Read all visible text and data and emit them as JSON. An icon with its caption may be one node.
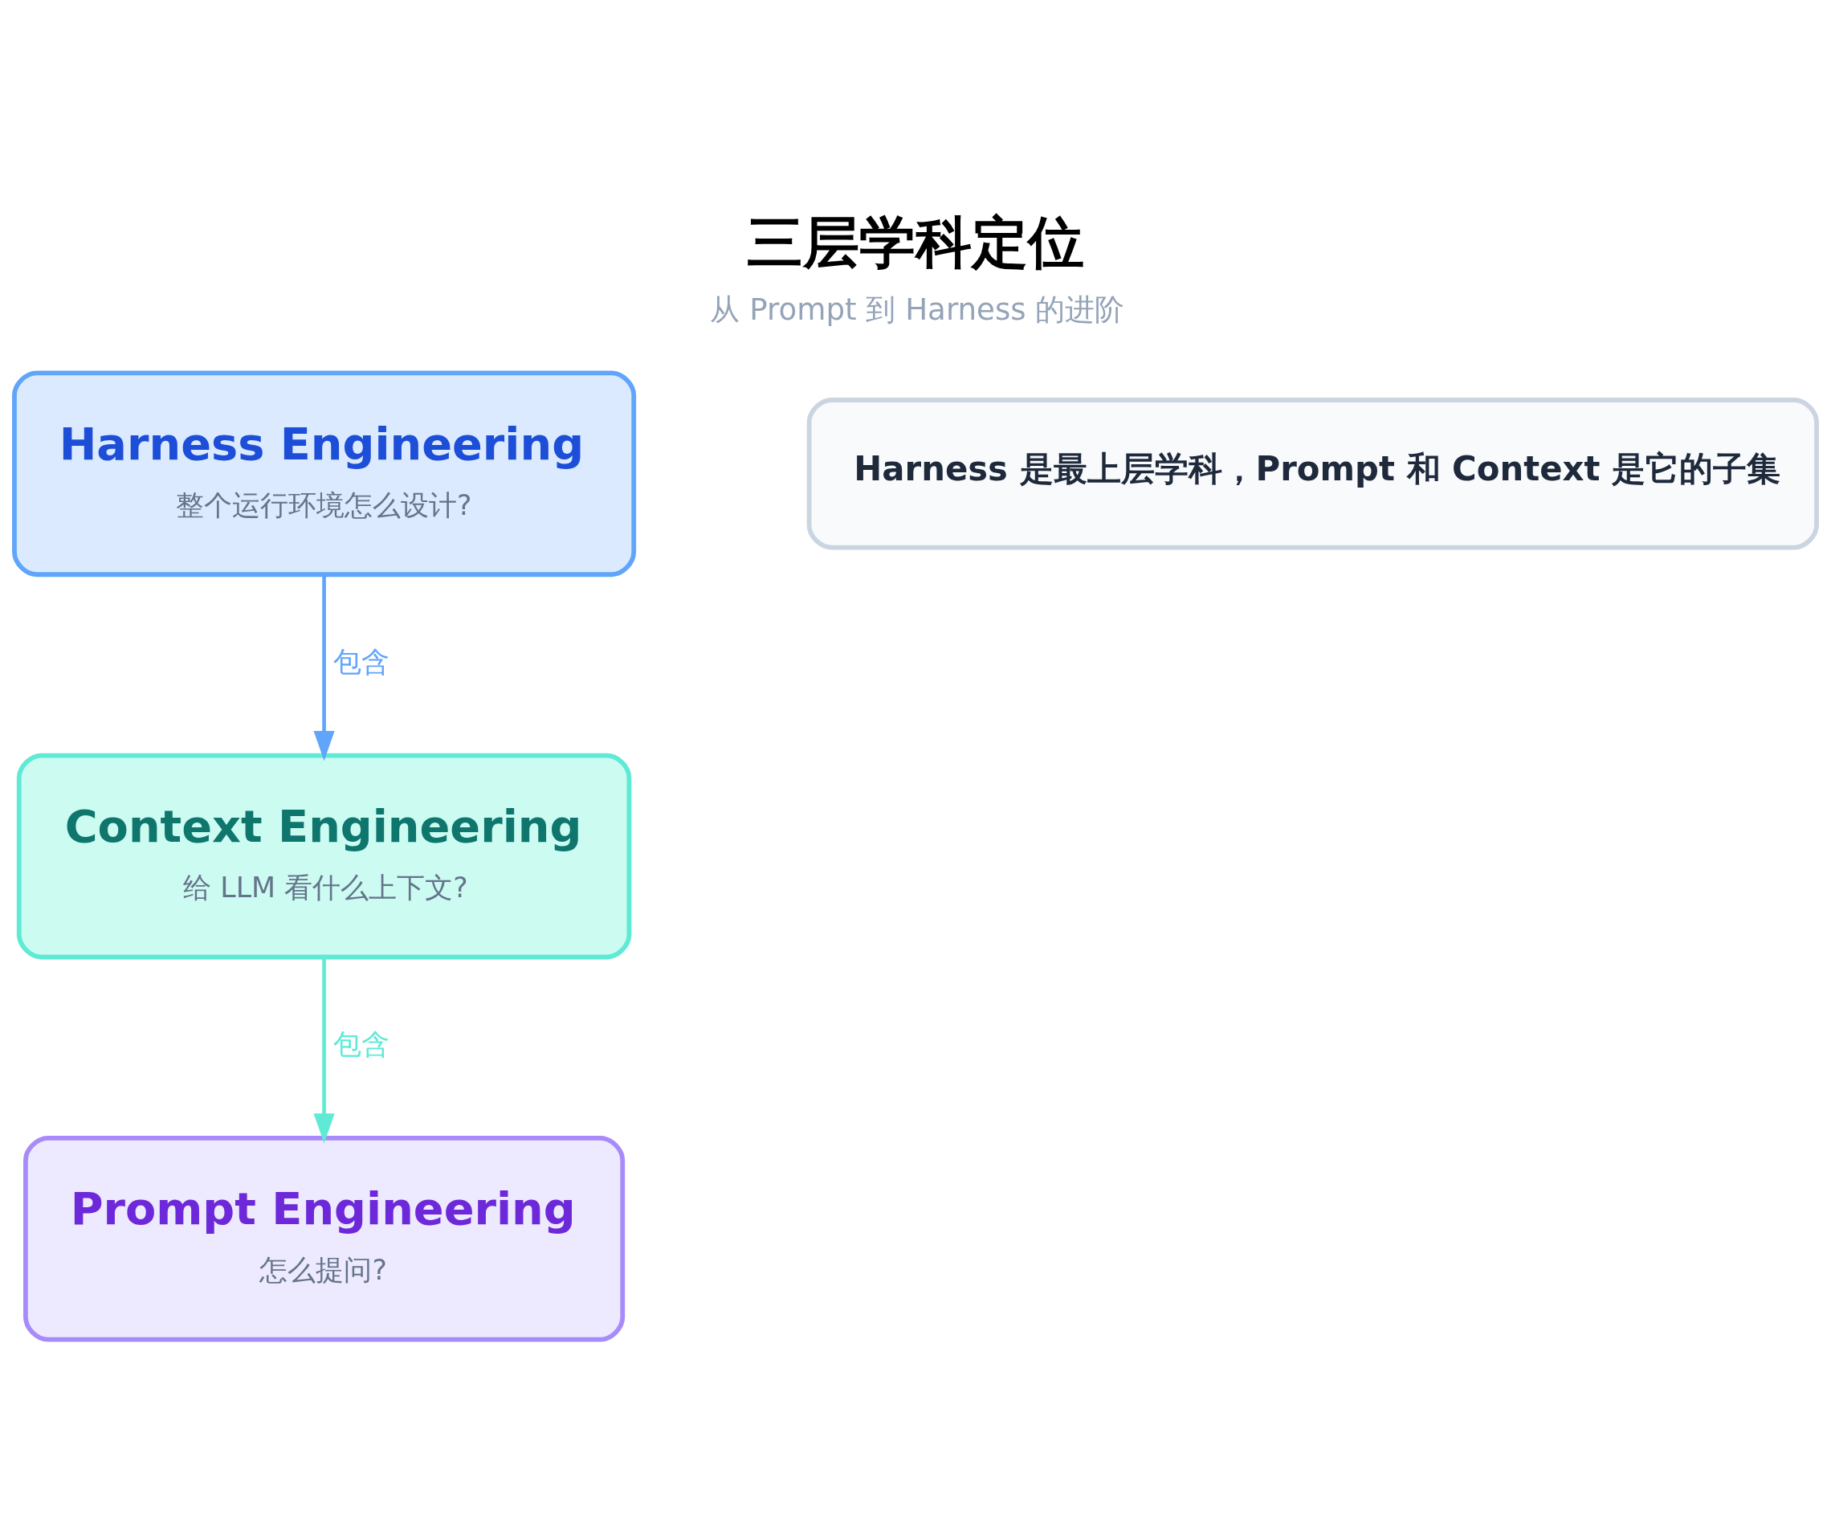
{
  "diagram": {
    "title": "三层学科定位",
    "caption": "从 Prompt 到 Harness 的进阶",
    "nodes": [
      {
        "text": [
          "Harness Engineering",
          "整个运行环境怎么设计?"
        ]
      },
      {
        "text": [
          "Context Engineering",
          "给 LLM 看什么上下文?"
        ]
      },
      {
        "text": [
          "Prompt Engineering",
          "怎么提问?"
        ]
      },
      {
        "text": [
          "Harness 是最上层学科，Prompt 和 Context 是它的子集"
        ]
      }
    ],
    "edges": [
      {
        "from": 0,
        "to": 1,
        "arrow": "to",
        "label": "包含",
        "color": "#60a5fa"
      },
      {
        "from": 1,
        "to": 2,
        "arrow": "to",
        "label": "包含",
        "color": "#5eead4"
      }
    ]
  }
}
